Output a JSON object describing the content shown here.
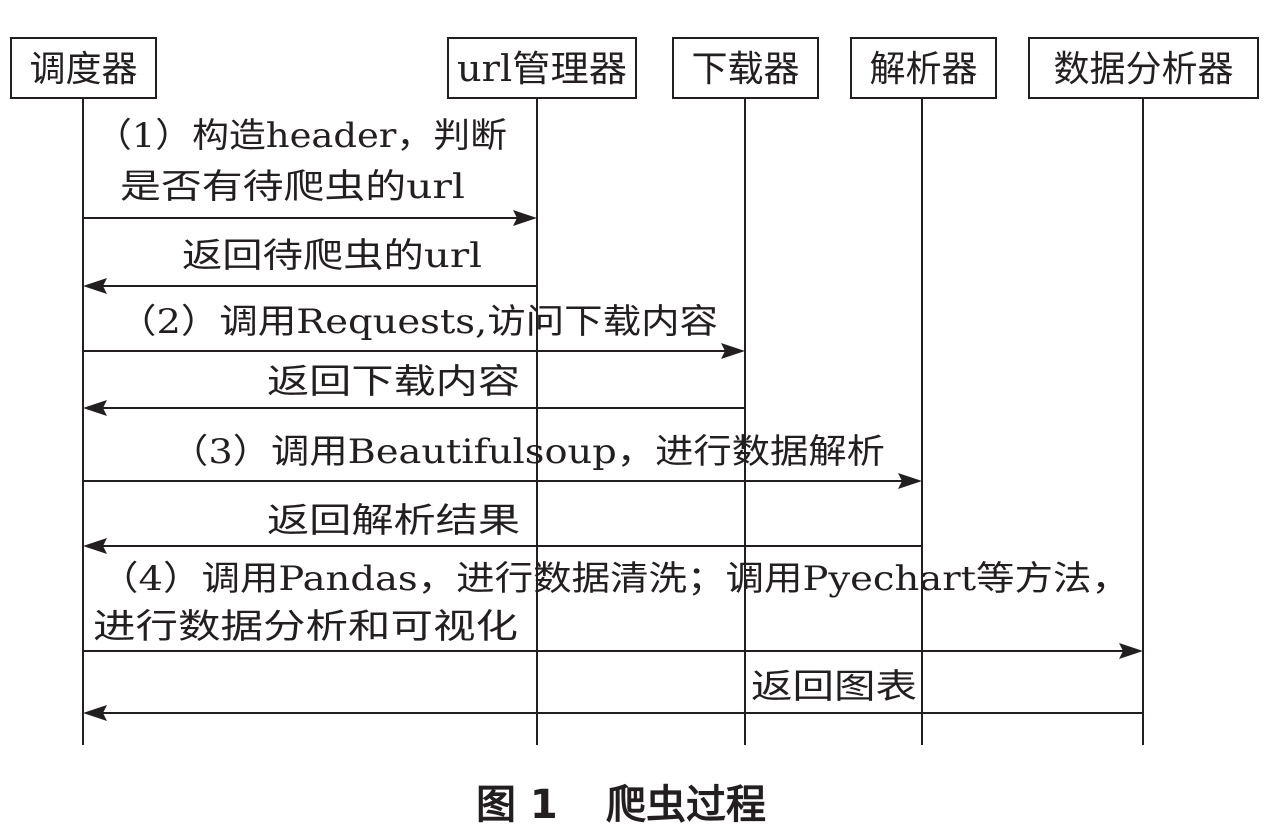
{
  "diagram": {
    "participants": [
      {
        "id": "scheduler",
        "label": "调度器"
      },
      {
        "id": "url_manager",
        "label": "url管理器"
      },
      {
        "id": "downloader",
        "label": "下载器"
      },
      {
        "id": "parser",
        "label": "解析器"
      },
      {
        "id": "analyzer",
        "label": "数据分析器"
      }
    ],
    "messages": [
      {
        "from": "scheduler",
        "to": "url_manager",
        "lines": [
          "（1）构造header，判断",
          "是否有待爬虫的url"
        ]
      },
      {
        "from": "url_manager",
        "to": "scheduler",
        "lines": [
          "返回待爬虫的url"
        ]
      },
      {
        "from": "scheduler",
        "to": "downloader",
        "lines": [
          "（2）调用Requests,访问下载内容"
        ]
      },
      {
        "from": "downloader",
        "to": "scheduler",
        "lines": [
          "返回下载内容"
        ]
      },
      {
        "from": "scheduler",
        "to": "parser",
        "lines": [
          "（3）调用Beautifulsoup，进行数据解析"
        ]
      },
      {
        "from": "parser",
        "to": "scheduler",
        "lines": [
          "返回解析结果"
        ]
      },
      {
        "from": "scheduler",
        "to": "analyzer",
        "lines": [
          "（4）调用Pandas，进行数据清洗；调用Pyechart等方法，",
          "进行数据分析和可视化"
        ]
      },
      {
        "from": "analyzer",
        "to": "scheduler",
        "lines": [
          "返回图表"
        ]
      }
    ]
  },
  "caption": {
    "figure_number": "图 1",
    "title": "爬虫过程"
  }
}
